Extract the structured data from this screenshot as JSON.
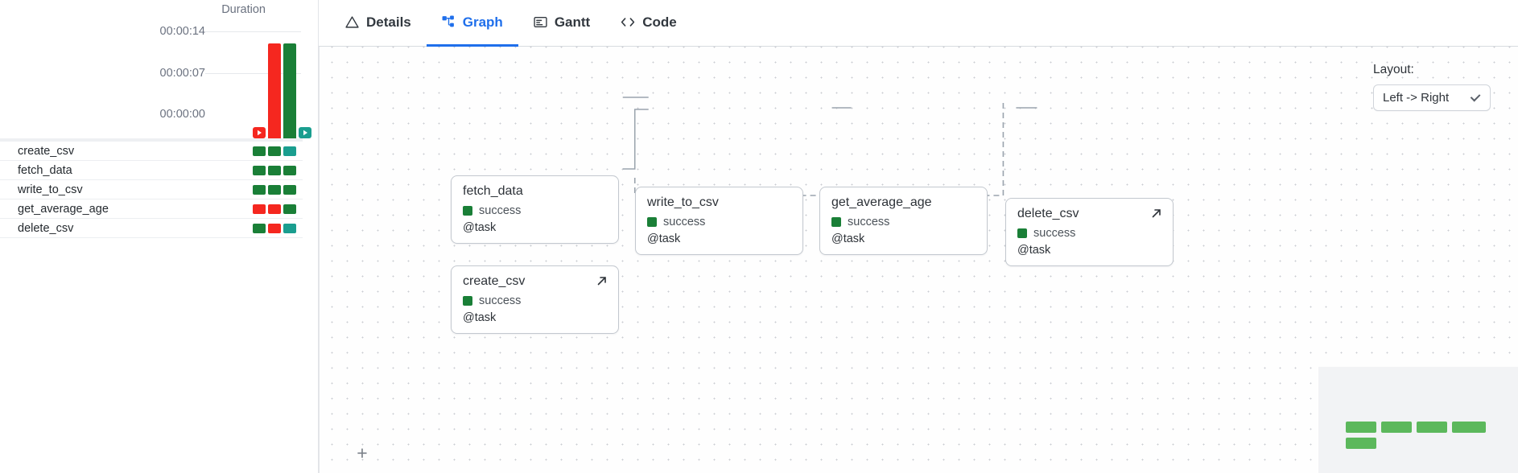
{
  "left_panel": {
    "chart_header": "Duration",
    "axis_ticks": [
      "00:00:14",
      "00:00:07",
      "00:00:00"
    ],
    "tasks": [
      {
        "name": "create_csv",
        "states": [
          "success",
          "success",
          "teal"
        ]
      },
      {
        "name": "fetch_data",
        "states": [
          "success",
          "success",
          "success"
        ]
      },
      {
        "name": "write_to_csv",
        "states": [
          "success",
          "success",
          "success"
        ]
      },
      {
        "name": "get_average_age",
        "states": [
          "failed",
          "failed",
          "success"
        ]
      },
      {
        "name": "delete_csv",
        "states": [
          "success",
          "failed",
          "teal"
        ]
      }
    ],
    "bars": [
      {
        "status": "failed",
        "value": 0,
        "is_marker": true
      },
      {
        "status": "failed",
        "value": 14,
        "is_marker": false
      },
      {
        "status": "success",
        "value": 14,
        "is_marker": false
      },
      {
        "status": "teal",
        "value": 0,
        "is_marker": true
      }
    ],
    "colors": {
      "success": "#1a7f37",
      "failed": "#f5271f",
      "teal": "#1a9e8f"
    }
  },
  "tabs": [
    {
      "id": "details",
      "label": "Details",
      "icon": "warning-triangle-icon",
      "active": false
    },
    {
      "id": "graph",
      "label": "Graph",
      "icon": "graph-nodes-icon",
      "active": true
    },
    {
      "id": "gantt",
      "label": "Gantt",
      "icon": "gantt-chart-icon",
      "active": false
    },
    {
      "id": "code",
      "label": "Code",
      "icon": "code-brackets-icon",
      "active": false
    }
  ],
  "graph": {
    "layout_label": "Layout:",
    "layout_value": "Left -> Right",
    "zoom_in_label": "+",
    "nodes": [
      {
        "id": "fetch_data",
        "title": "fetch_data",
        "status": "success",
        "type": "@task",
        "expandable": false
      },
      {
        "id": "create_csv",
        "title": "create_csv",
        "status": "success",
        "type": "@task",
        "expandable": true
      },
      {
        "id": "write_to_csv",
        "title": "write_to_csv",
        "status": "success",
        "type": "@task",
        "expandable": false
      },
      {
        "id": "get_average_age",
        "title": "get_average_age",
        "status": "success",
        "type": "@task",
        "expandable": false
      },
      {
        "id": "delete_csv",
        "title": "delete_csv",
        "status": "success",
        "type": "@task",
        "expandable": true
      }
    ],
    "status_color": "#1a7f37"
  },
  "colors": {
    "accent": "#1f6feb",
    "success": "#1a7f37",
    "failed": "#f5271f",
    "teal": "#1a9e8f",
    "text": "#24292e",
    "muted": "#6b7280",
    "edge": "#9aa3ad"
  }
}
